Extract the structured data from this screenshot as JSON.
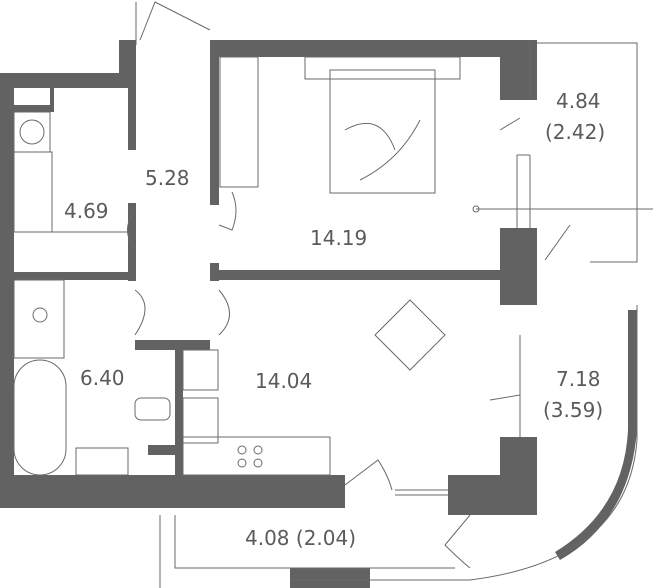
{
  "plan": {
    "rooms": [
      {
        "id": "corridor",
        "area": "5.28"
      },
      {
        "id": "wardrobe",
        "area": "4.69"
      },
      {
        "id": "bedroom",
        "area": "14.19"
      },
      {
        "id": "balcony-top-right",
        "area": "4.84",
        "area_half": "(2.42)"
      },
      {
        "id": "bathroom",
        "area": "6.40"
      },
      {
        "id": "kitchen-living",
        "area": "14.04"
      },
      {
        "id": "balcony-right",
        "area": "7.18",
        "area_half": "(3.59)"
      },
      {
        "id": "balcony-bottom",
        "area": "4.08 (2.04)"
      }
    ],
    "colors": {
      "wall": "#626262",
      "line": "#6a6a6a",
      "text": "#5a5a5a"
    }
  }
}
